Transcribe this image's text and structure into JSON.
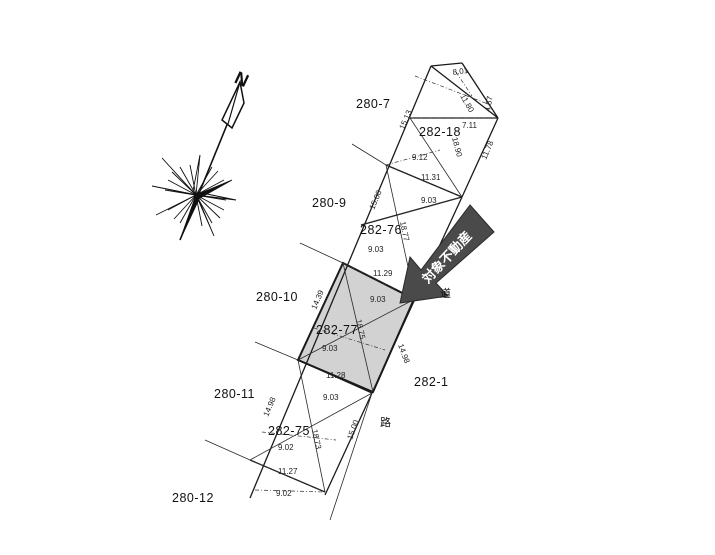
{
  "north_label": "N",
  "target_label": "対象不動産",
  "road_marks": [
    "道",
    "路"
  ],
  "parcels": [
    {
      "id": "p280-7",
      "text": "280-7"
    },
    {
      "id": "p280-9",
      "text": "280-9"
    },
    {
      "id": "p280-10",
      "text": "280-10"
    },
    {
      "id": "p280-11",
      "text": "280-11"
    },
    {
      "id": "p280-12",
      "text": "280-12"
    },
    {
      "id": "p282-18",
      "text": "282-18"
    },
    {
      "id": "p282-76",
      "text": "282-76"
    },
    {
      "id": "p282-77",
      "text": "282-77"
    },
    {
      "id": "p282-75",
      "text": "282-75"
    },
    {
      "id": "p282-1",
      "text": "282-1"
    }
  ],
  "dimensions": [
    {
      "id": "d01",
      "text": "8.01"
    },
    {
      "id": "d02",
      "text": "11.80"
    },
    {
      "id": "d03",
      "text": "4.57"
    },
    {
      "id": "d04",
      "text": "15.13"
    },
    {
      "id": "d05",
      "text": "7.11"
    },
    {
      "id": "d06",
      "text": "18.90"
    },
    {
      "id": "d07",
      "text": "11.78"
    },
    {
      "id": "d08",
      "text": "9.12"
    },
    {
      "id": "d09",
      "text": "11.31"
    },
    {
      "id": "d10",
      "text": "15.00"
    },
    {
      "id": "d11",
      "text": "9.03"
    },
    {
      "id": "d12",
      "text": "18.77"
    },
    {
      "id": "d13",
      "text": "9.03"
    },
    {
      "id": "d14",
      "text": "11.29"
    },
    {
      "id": "d15",
      "text": "14.39"
    },
    {
      "id": "d16",
      "text": "9.03"
    },
    {
      "id": "d17",
      "text": "18.75"
    },
    {
      "id": "d18",
      "text": "14.98"
    },
    {
      "id": "d19",
      "text": "9.03"
    },
    {
      "id": "d20",
      "text": "11.28"
    },
    {
      "id": "d21",
      "text": "9.03"
    },
    {
      "id": "d22",
      "text": "14.98"
    },
    {
      "id": "d23",
      "text": "18.73"
    },
    {
      "id": "d24",
      "text": "15.00"
    },
    {
      "id": "d25",
      "text": "9.02"
    },
    {
      "id": "d26",
      "text": "11.27"
    },
    {
      "id": "d27",
      "text": "9.02"
    }
  ],
  "colors": {
    "target_fill": "#d2d2d2",
    "arrow": "#4a4a4a",
    "line": "#1a1a1a"
  }
}
